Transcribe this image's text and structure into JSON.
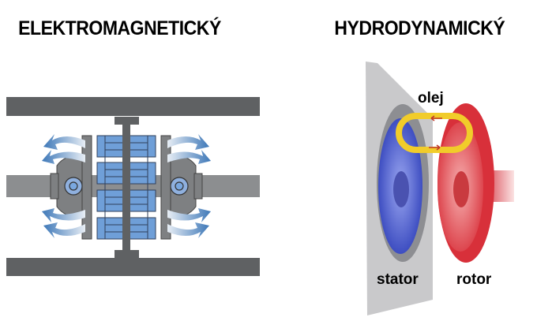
{
  "titles": {
    "left": "ELEKTROMAGNETICKÝ",
    "right": "HYDRODYNAMICKÝ"
  },
  "labels": {
    "oil": "olej",
    "stator": "stator",
    "rotor": "rotor"
  },
  "colors": {
    "frame": "#5f6163",
    "shaft": "#8c8e90",
    "coil": "#6f9fd8",
    "arrow": "#3e78b8",
    "stator": "#3a4fc4",
    "rotor": "#e0393f",
    "oil": "#f1cc2a",
    "plate": "#c9c9cb"
  }
}
